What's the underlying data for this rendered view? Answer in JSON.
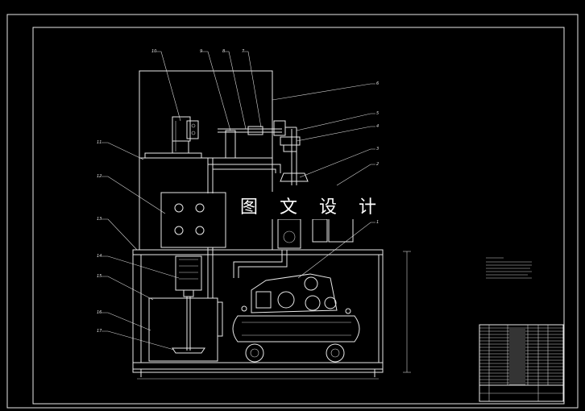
{
  "watermark": "图 文 设 计",
  "part_labels": [
    "1",
    "2",
    "3",
    "4",
    "5",
    "6",
    "7",
    "8",
    "9",
    "10",
    "11",
    "12",
    "13",
    "14",
    "15",
    "16",
    "17"
  ],
  "colors": {
    "background": "#000000",
    "lines": "#e8e8e8",
    "watermark_band": "#000000"
  }
}
